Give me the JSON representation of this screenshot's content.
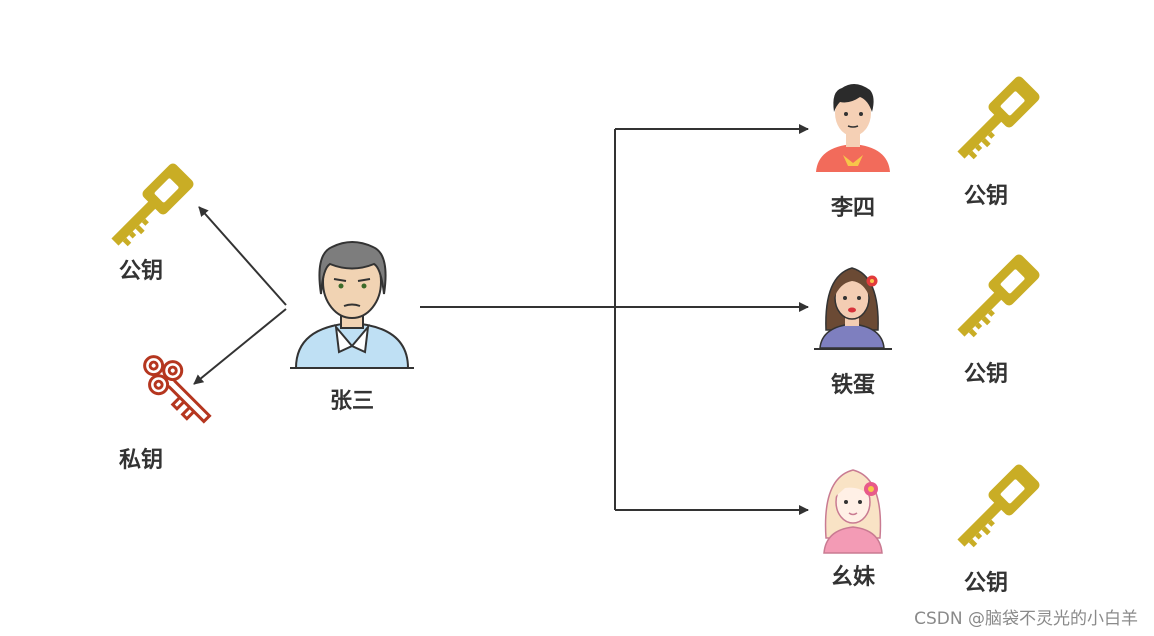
{
  "sender": {
    "name": "张三"
  },
  "sender_keys": {
    "public_label": "公钥",
    "private_label": "私钥"
  },
  "recipients": [
    {
      "name": "李四",
      "key_label": "公钥"
    },
    {
      "name": "铁蛋",
      "key_label": "公钥"
    },
    {
      "name": "幺妹",
      "key_label": "公钥"
    }
  ],
  "watermark": "CSDN @脑袋不灵光的小白羊",
  "colors": {
    "public_key": "#c9ad25",
    "private_key": "#b5361f",
    "arrow": "#333333"
  }
}
